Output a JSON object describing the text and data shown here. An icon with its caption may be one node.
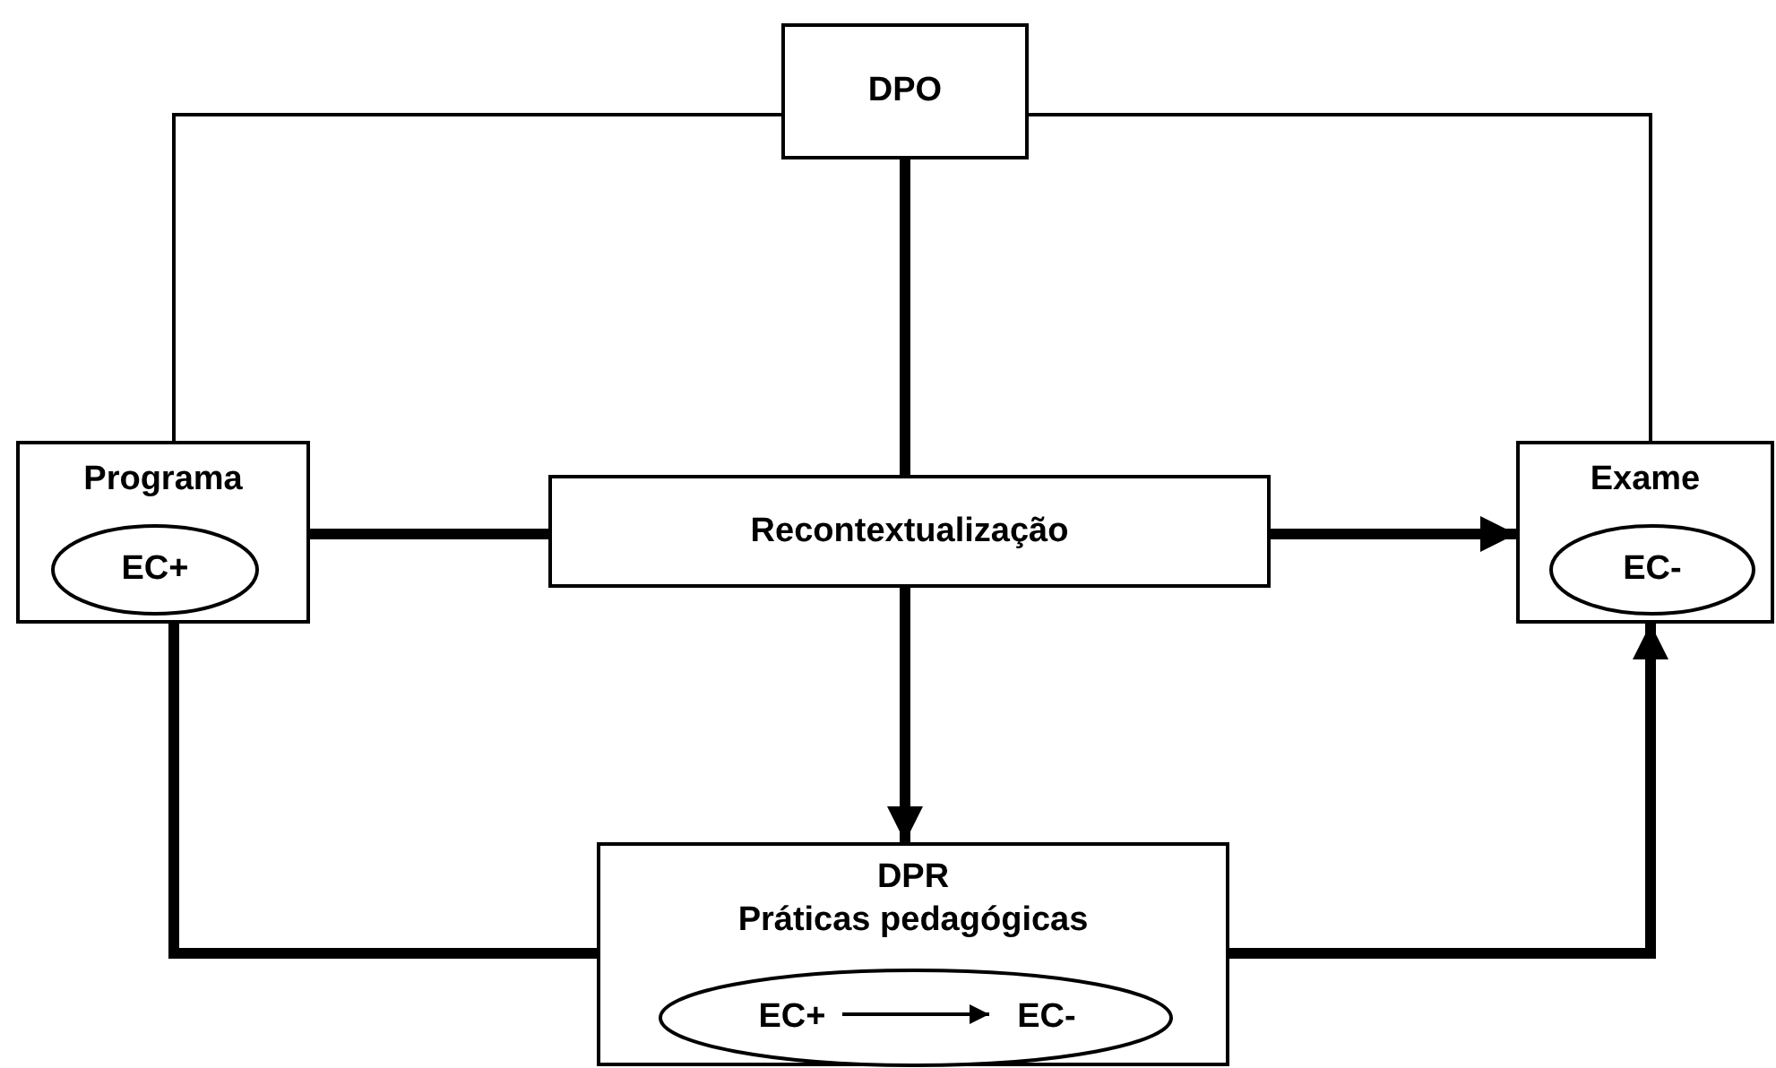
{
  "diagram": {
    "nodes": [
      {
        "text": [
          "DPO"
        ]
      },
      {
        "text": [
          "Programa"
        ]
      },
      {
        "text": [
          "EC+"
        ],
        "in": 1
      },
      {
        "text": [
          "Recontextualização"
        ]
      },
      {
        "text": [
          "Exame"
        ]
      },
      {
        "text": [
          "EC-"
        ],
        "in": 4
      },
      {
        "text": [
          "DPR",
          "Práticas pedagógicas"
        ]
      },
      {
        "text": [],
        "shape": "ellipse",
        "in": 6
      },
      {
        "text": [
          "EC+"
        ],
        "in": 7
      },
      {
        "text": [
          "EC-"
        ],
        "in": 7
      }
    ],
    "edges": [
      {
        "from": 0,
        "to": 1,
        "arrow": "none"
      },
      {
        "from": 0,
        "to": 4,
        "arrow": "none"
      },
      {
        "from": 0,
        "to": 3,
        "arrow": "none"
      },
      {
        "from": 1,
        "to": 3,
        "arrow": "none"
      },
      {
        "from": 3,
        "to": 4,
        "arrow": "to"
      },
      {
        "from": 3,
        "to": 6,
        "arrow": "to"
      },
      {
        "from": 6,
        "to": 1,
        "arrow": "none"
      },
      {
        "from": 6,
        "to": 4,
        "arrow": "to"
      },
      {
        "from": 8,
        "to": 9,
        "arrow": "to"
      }
    ]
  }
}
